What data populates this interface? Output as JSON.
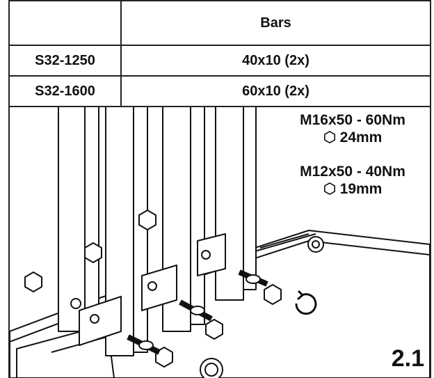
{
  "table": {
    "header": [
      "",
      "Bars"
    ],
    "rows": [
      {
        "model": "S32-1250",
        "bars": "40x10 (2x)"
      },
      {
        "model": "S32-1600",
        "bars": "60x10 (2x)"
      }
    ]
  },
  "torque_notes": [
    {
      "spec": "M16x50 - 60Nm",
      "wrench_icon": "hex-icon",
      "wrench": "24mm"
    },
    {
      "spec": "M12x50 - 40Nm",
      "wrench_icon": "hex-icon",
      "wrench": "19mm"
    }
  ],
  "step_number": "2.1",
  "illustration": {
    "rotation_icon": "clockwise-arrow-icon"
  }
}
